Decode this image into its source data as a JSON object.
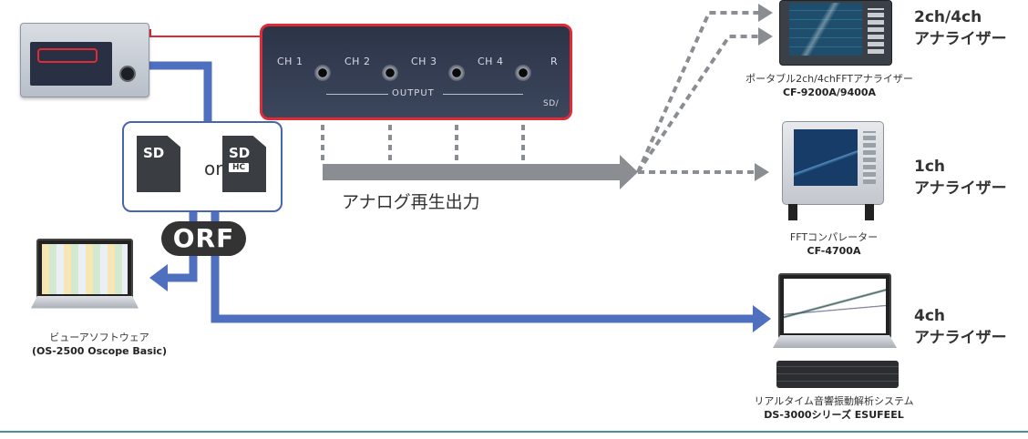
{
  "zoom_panel": {
    "channels": [
      "CH 1",
      "CH 2",
      "CH 3",
      "CH 4"
    ],
    "output_label": "OUTPUT",
    "partial_right": "R",
    "partial_corner": "SD/"
  },
  "media": {
    "sd_label": "SD",
    "sdhc_label": "SD",
    "hc_badge": "HC",
    "or_text": "or",
    "orf_badge": "ORF"
  },
  "analog_output_label": "アナログ再生出力",
  "devices": {
    "viewer": {
      "caption": "ビューアソフトウェア",
      "model": "(OS-2500 Oscope Basic)"
    },
    "portable_fft": {
      "caption": "ポータブル2ch/4chFFTアナライザー",
      "model": "CF-9200A/9400A",
      "side_line1": "2ch/4ch",
      "side_line2": "アナライザー"
    },
    "fft_comparator": {
      "caption": "FFTコンパレーター",
      "model": "CF-4700A",
      "side_line1": "1ch",
      "side_line2": "アナライザー"
    },
    "realtime": {
      "caption": "リアルタイム音響振動解析システム",
      "model": "DS-3000シリーズ ESUFEEL",
      "side_line1": "4ch",
      "side_line2": "アナライザー"
    }
  },
  "colors": {
    "blue_path": "#4f6fbf",
    "gray_path": "#8a8d91",
    "highlight_red": "#e02a36",
    "teal_rule": "#4a8fa0"
  }
}
